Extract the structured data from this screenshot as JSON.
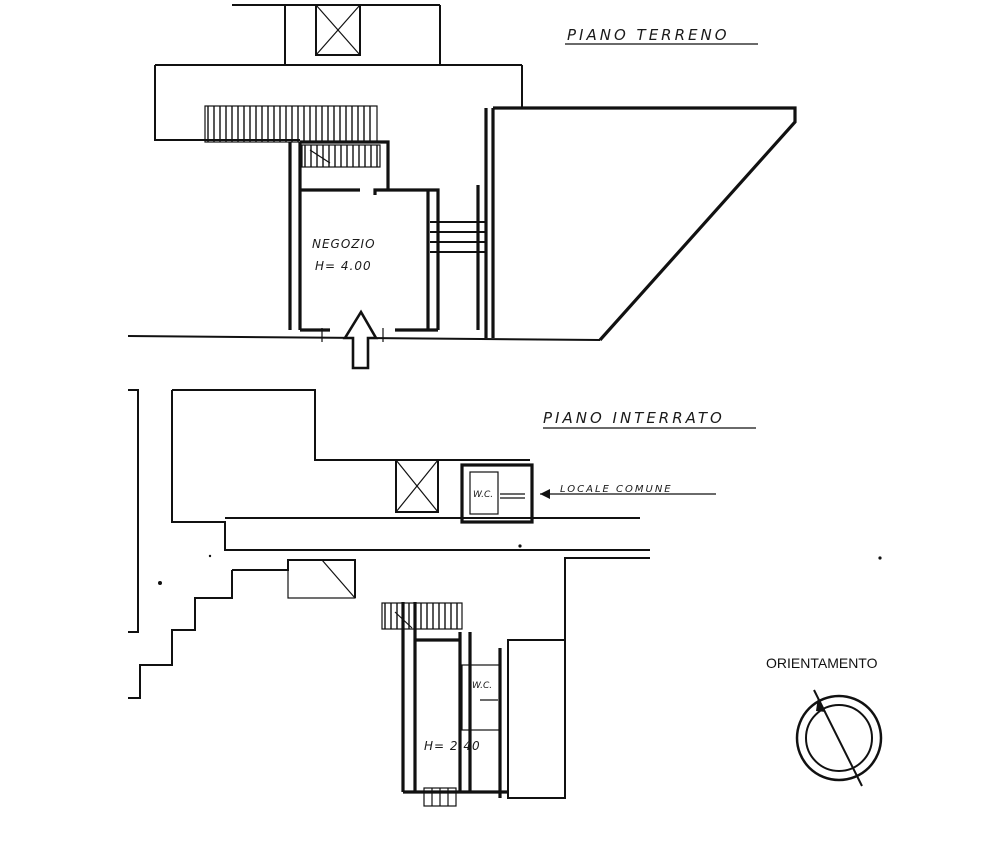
{
  "ground_floor": {
    "title": "PIANO TERRENO",
    "room_name": "NEGOZIO",
    "room_height": "H= 4.00"
  },
  "basement": {
    "title": "PIANO INTERRATO",
    "common_area": "LOCALE COMUNE",
    "wc_1": "W.C.",
    "wc_2": "W.C.",
    "room_height": "H= 2,40"
  },
  "orientation": {
    "label": "ORIENTAMENTO"
  }
}
